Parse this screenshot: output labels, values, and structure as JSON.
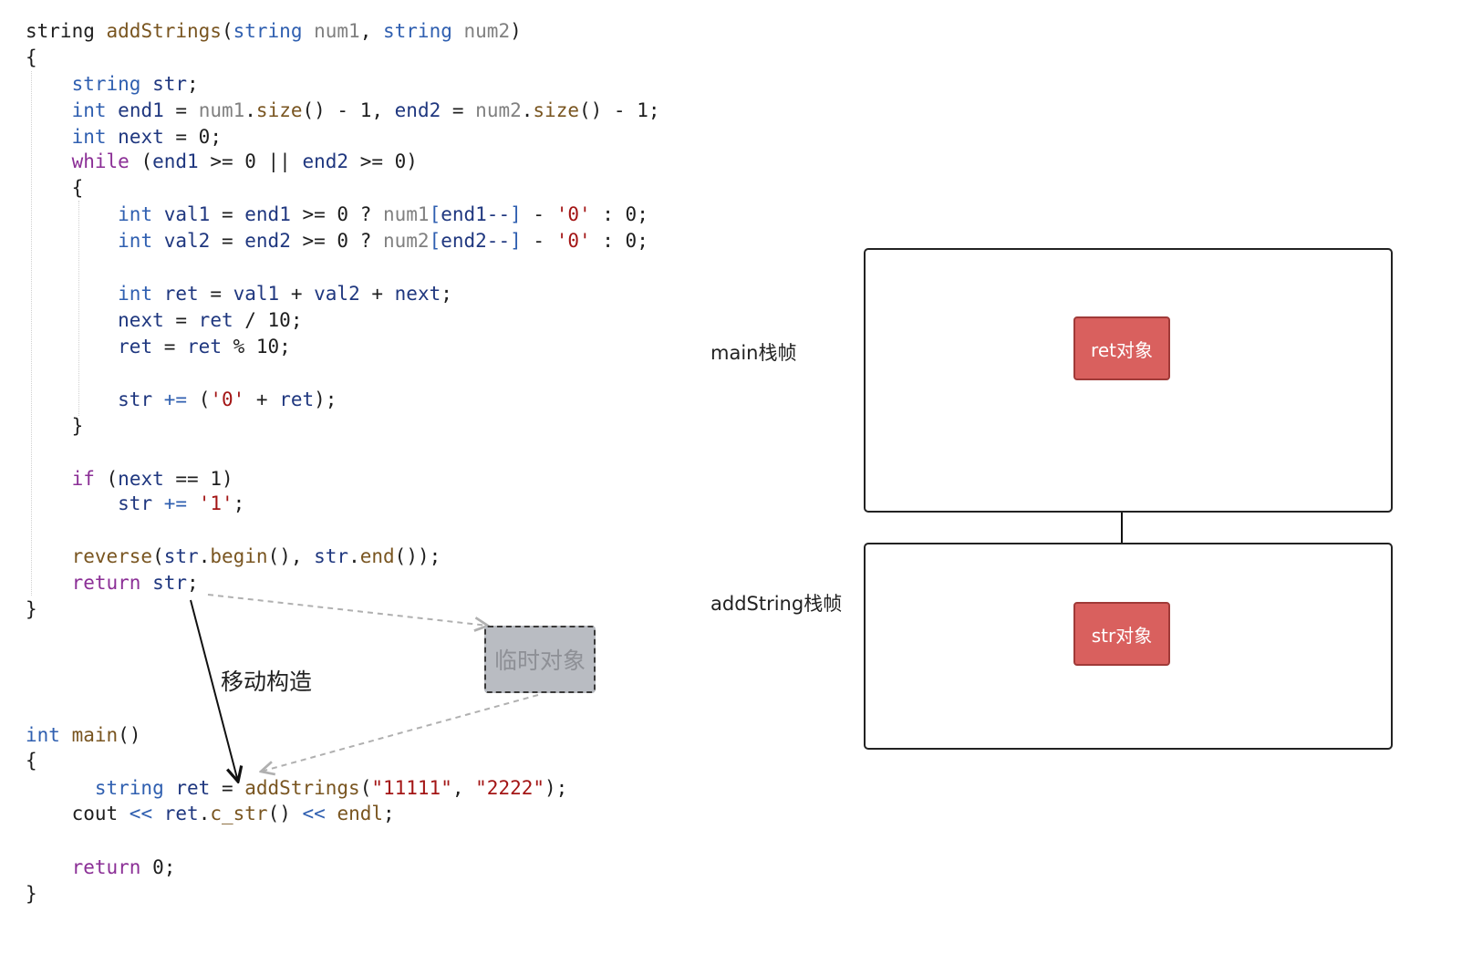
{
  "code": {
    "lines": [
      [
        [
          "kw-plain",
          "string "
        ],
        [
          "fn",
          "addStrings"
        ],
        [
          "pl",
          "("
        ],
        [
          "kw",
          "string"
        ],
        [
          "pl",
          " "
        ],
        [
          "prm",
          "num1"
        ],
        [
          "pl",
          ", "
        ],
        [
          "kw",
          "string"
        ],
        [
          "pl",
          " "
        ],
        [
          "prm",
          "num2"
        ],
        [
          "pl",
          ")"
        ]
      ],
      [
        [
          "pl",
          "{"
        ]
      ],
      [
        [
          "pl",
          "    "
        ],
        [
          "kw",
          "string"
        ],
        [
          "pl",
          " "
        ],
        [
          "var",
          "str"
        ],
        [
          "pl",
          ";"
        ]
      ],
      [
        [
          "pl",
          "    "
        ],
        [
          "kw",
          "int"
        ],
        [
          "pl",
          " "
        ],
        [
          "var",
          "end1"
        ],
        [
          "pl",
          " = "
        ],
        [
          "prm",
          "num1"
        ],
        [
          "pl",
          "."
        ],
        [
          "fn",
          "size"
        ],
        [
          "pl",
          "() - 1, "
        ],
        [
          "var",
          "end2"
        ],
        [
          "pl",
          " = "
        ],
        [
          "prm",
          "num2"
        ],
        [
          "pl",
          "."
        ],
        [
          "fn",
          "size"
        ],
        [
          "pl",
          "() - 1;"
        ]
      ],
      [
        [
          "pl",
          "    "
        ],
        [
          "kw",
          "int"
        ],
        [
          "pl",
          " "
        ],
        [
          "var",
          "next"
        ],
        [
          "pl",
          " = 0;"
        ]
      ],
      [
        [
          "pl",
          "    "
        ],
        [
          "ctl",
          "while"
        ],
        [
          "pl",
          " ("
        ],
        [
          "var",
          "end1"
        ],
        [
          "pl",
          " >= 0 || "
        ],
        [
          "var",
          "end2"
        ],
        [
          "pl",
          " >= 0)"
        ]
      ],
      [
        [
          "pl",
          "    {"
        ]
      ],
      [
        [
          "pl",
          "        "
        ],
        [
          "kw",
          "int"
        ],
        [
          "pl",
          " "
        ],
        [
          "var",
          "val1"
        ],
        [
          "pl",
          " = "
        ],
        [
          "var",
          "end1"
        ],
        [
          "pl",
          " >= 0 ? "
        ],
        [
          "prm",
          "num1"
        ],
        [
          "kw",
          "["
        ],
        [
          "var",
          "end1--"
        ],
        [
          "kw",
          "]"
        ],
        [
          "pl",
          " - "
        ],
        [
          "str",
          "'0'"
        ],
        [
          "pl",
          " : 0;"
        ]
      ],
      [
        [
          "pl",
          "        "
        ],
        [
          "kw",
          "int"
        ],
        [
          "pl",
          " "
        ],
        [
          "var",
          "val2"
        ],
        [
          "pl",
          " = "
        ],
        [
          "var",
          "end2"
        ],
        [
          "pl",
          " >= 0 ? "
        ],
        [
          "prm",
          "num2"
        ],
        [
          "kw",
          "["
        ],
        [
          "var",
          "end2--"
        ],
        [
          "kw",
          "]"
        ],
        [
          "pl",
          " - "
        ],
        [
          "str",
          "'0'"
        ],
        [
          "pl",
          " : 0;"
        ]
      ],
      [],
      [
        [
          "pl",
          "        "
        ],
        [
          "kw",
          "int"
        ],
        [
          "pl",
          " "
        ],
        [
          "var",
          "ret"
        ],
        [
          "pl",
          " = "
        ],
        [
          "var",
          "val1"
        ],
        [
          "pl",
          " + "
        ],
        [
          "var",
          "val2"
        ],
        [
          "pl",
          " + "
        ],
        [
          "var",
          "next"
        ],
        [
          "pl",
          ";"
        ]
      ],
      [
        [
          "pl",
          "        "
        ],
        [
          "var",
          "next"
        ],
        [
          "pl",
          " = "
        ],
        [
          "var",
          "ret"
        ],
        [
          "pl",
          " / 10;"
        ]
      ],
      [
        [
          "pl",
          "        "
        ],
        [
          "var",
          "ret"
        ],
        [
          "pl",
          " = "
        ],
        [
          "var",
          "ret"
        ],
        [
          "pl",
          " % 10;"
        ]
      ],
      [],
      [
        [
          "pl",
          "        "
        ],
        [
          "var",
          "str"
        ],
        [
          "pl",
          " "
        ],
        [
          "kw",
          "+="
        ],
        [
          "pl",
          " ("
        ],
        [
          "str",
          "'0'"
        ],
        [
          "pl",
          " + "
        ],
        [
          "var",
          "ret"
        ],
        [
          "pl",
          ");"
        ]
      ],
      [
        [
          "pl",
          "    }"
        ]
      ],
      [],
      [
        [
          "pl",
          "    "
        ],
        [
          "ctl",
          "if"
        ],
        [
          "pl",
          " ("
        ],
        [
          "var",
          "next"
        ],
        [
          "pl",
          " == 1)"
        ]
      ],
      [
        [
          "pl",
          "        "
        ],
        [
          "var",
          "str"
        ],
        [
          "pl",
          " "
        ],
        [
          "kw",
          "+="
        ],
        [
          "pl",
          " "
        ],
        [
          "str",
          "'1'"
        ],
        [
          "pl",
          ";"
        ]
      ],
      [],
      [
        [
          "pl",
          "    "
        ],
        [
          "fn",
          "reverse"
        ],
        [
          "pl",
          "("
        ],
        [
          "var",
          "str"
        ],
        [
          "pl",
          "."
        ],
        [
          "fn",
          "begin"
        ],
        [
          "pl",
          "(), "
        ],
        [
          "var",
          "str"
        ],
        [
          "pl",
          "."
        ],
        [
          "fn",
          "end"
        ],
        [
          "pl",
          "());"
        ]
      ],
      [
        [
          "pl",
          "    "
        ],
        [
          "ctl",
          "return"
        ],
        [
          "pl",
          " "
        ],
        [
          "var",
          "str"
        ],
        [
          "pl",
          ";"
        ]
      ],
      [
        [
          "pl",
          "}"
        ]
      ],
      [],
      [],
      [
        [
          "kw",
          "int"
        ],
        [
          "pl",
          " "
        ],
        [
          "fn",
          "main"
        ],
        [
          "pl",
          "()"
        ]
      ],
      [
        [
          "pl",
          "{"
        ]
      ],
      [
        [
          "pl",
          "      "
        ],
        [
          "kw",
          "string"
        ],
        [
          "pl",
          " "
        ],
        [
          "var",
          "ret"
        ],
        [
          "pl",
          " = "
        ],
        [
          "fn",
          "addStrings"
        ],
        [
          "pl",
          "("
        ],
        [
          "str",
          "\"11111\""
        ],
        [
          "pl",
          ", "
        ],
        [
          "str",
          "\"2222\""
        ],
        [
          "pl",
          ");"
        ]
      ],
      [
        [
          "pl",
          "    "
        ],
        [
          "pl",
          "cout "
        ],
        [
          "kw",
          "<<"
        ],
        [
          "pl",
          " "
        ],
        [
          "var",
          "ret"
        ],
        [
          "pl",
          "."
        ],
        [
          "fn",
          "c_str"
        ],
        [
          "pl",
          "() "
        ],
        [
          "kw",
          "<<"
        ],
        [
          "pl",
          " "
        ],
        [
          "fn",
          "endl"
        ],
        [
          "pl",
          ";"
        ]
      ],
      [],
      [
        [
          "pl",
          "    "
        ],
        [
          "ctl",
          "return"
        ],
        [
          "pl",
          " 0;"
        ]
      ],
      [
        [
          "pl",
          "}"
        ]
      ]
    ]
  },
  "diagram": {
    "move_label": "移动构造",
    "temp_object": "临时对象",
    "frames": [
      {
        "label": "main栈帧",
        "object": "ret对象"
      },
      {
        "label": "addString栈帧",
        "object": "str对象"
      }
    ]
  }
}
